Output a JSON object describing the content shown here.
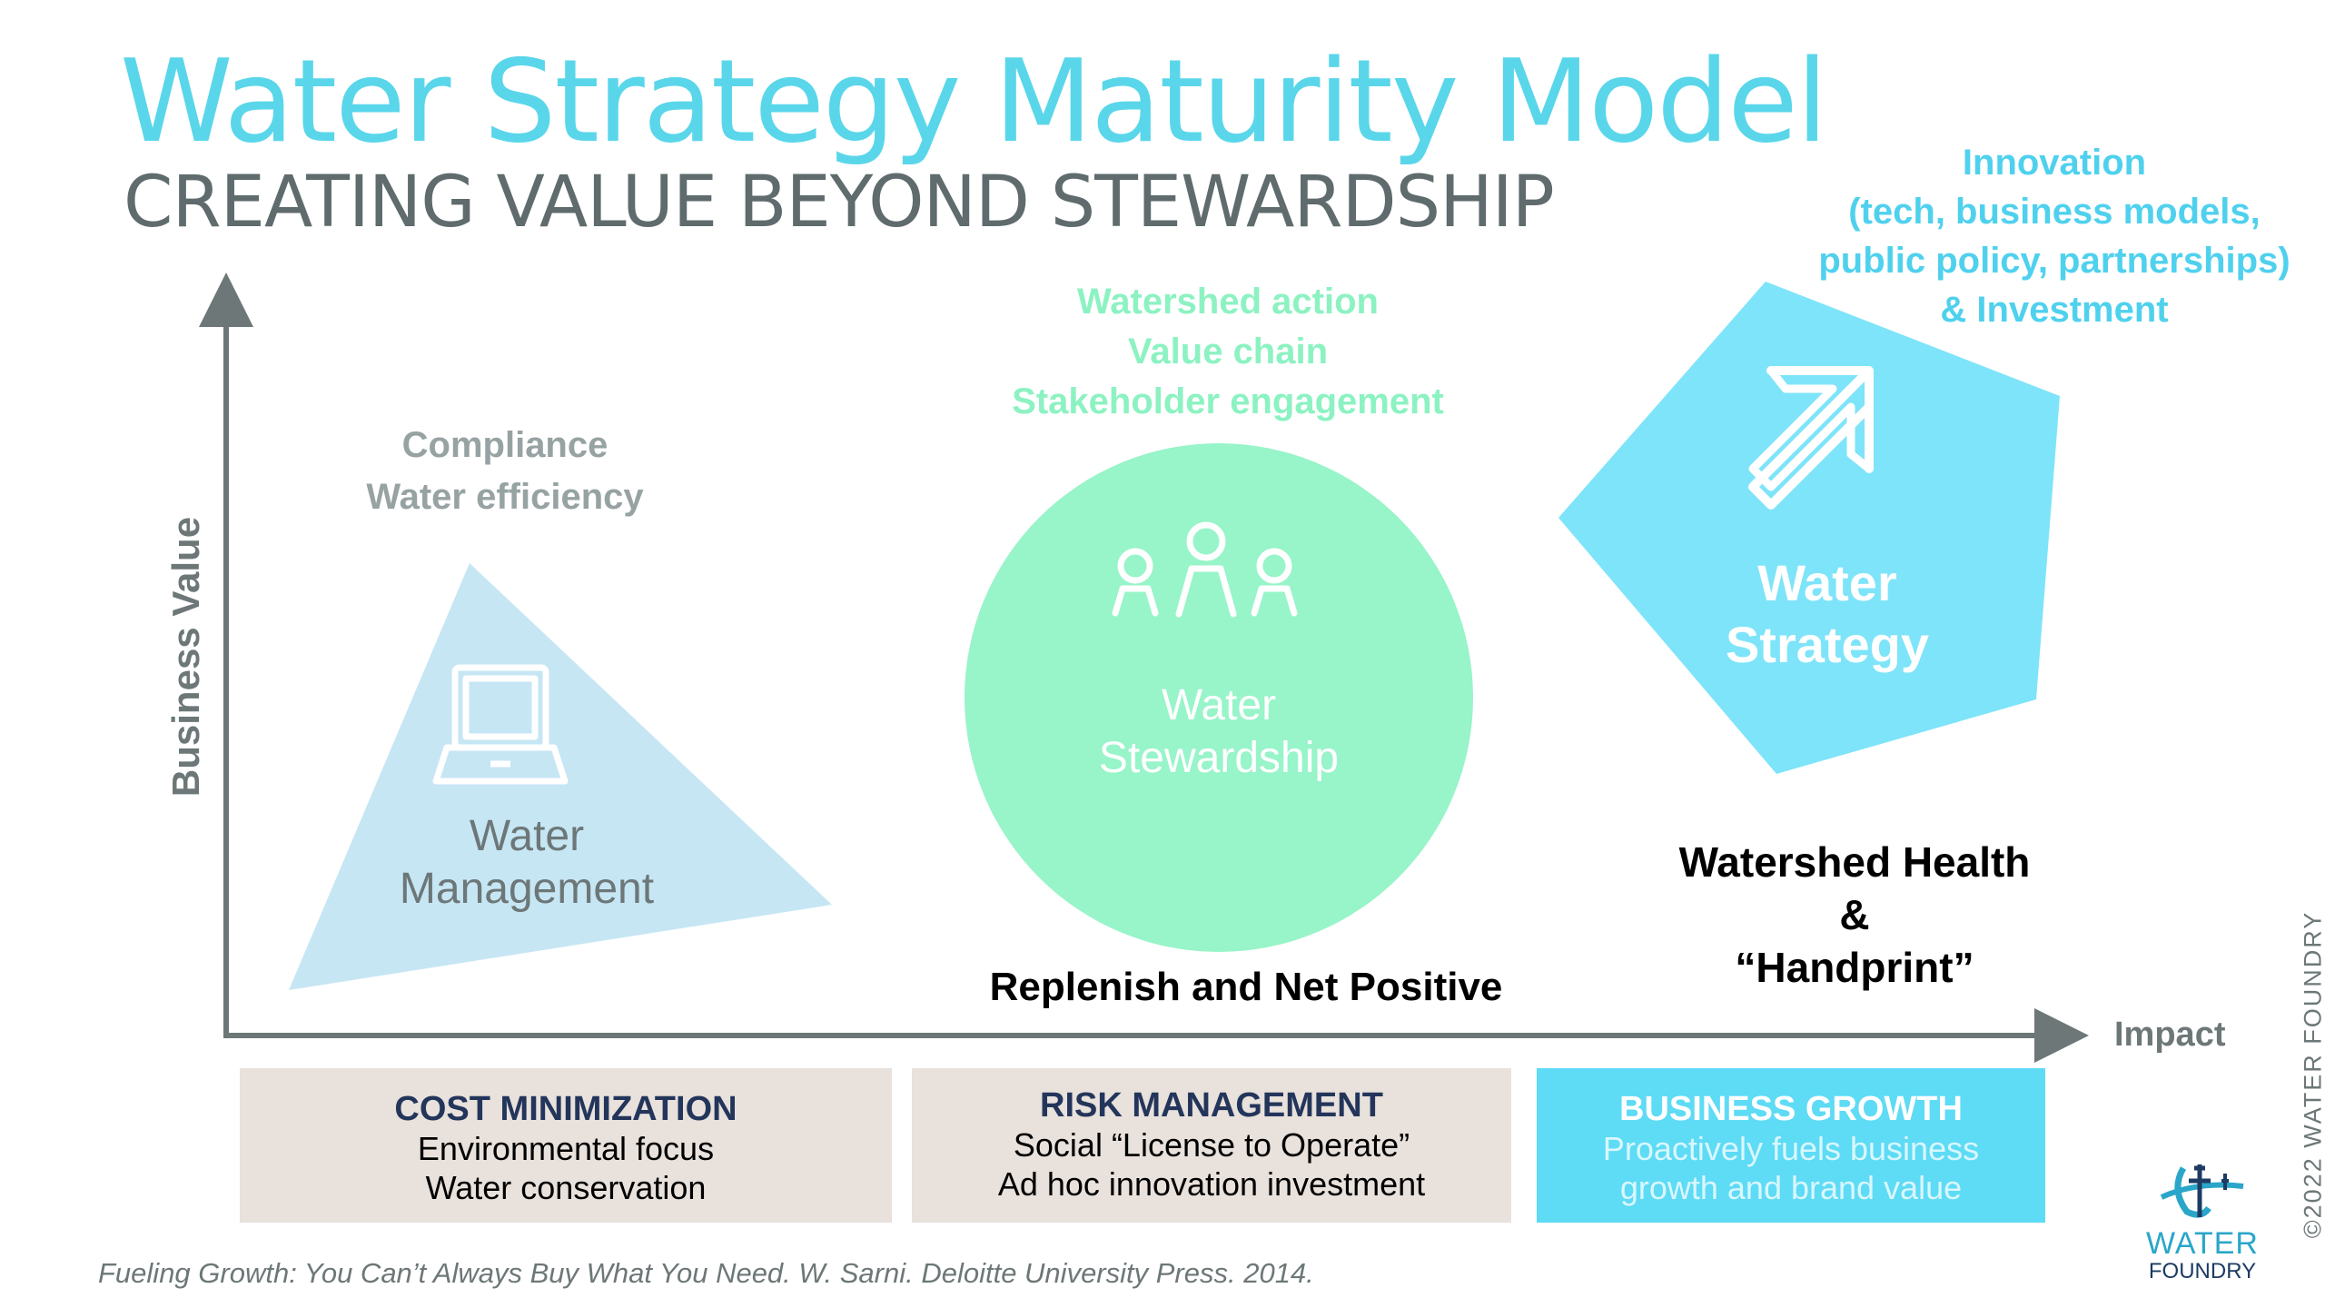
{
  "title": "Water Strategy Maturity Model",
  "subtitle": "CREATING VALUE BEYOND STEWARDSHIP",
  "axes": {
    "y_label": "Business Value",
    "x_label": "Impact"
  },
  "stages": [
    {
      "name": "Water\nManagement",
      "above": [
        "Compliance",
        "Water efficiency"
      ],
      "below": ""
    },
    {
      "name": "Water\nStewardship",
      "above": [
        "Watershed action",
        "Value chain",
        "Stakeholder engagement"
      ],
      "below": "Replenish and Net Positive"
    },
    {
      "name": "Water\nStrategy",
      "above": [
        "Innovation",
        "(tech, business models,",
        "public policy, partnerships)",
        "& Investment"
      ],
      "below": "Watershed Health\n&\n“Handprint”"
    }
  ],
  "boxes": [
    {
      "title": "COST MINIMIZATION",
      "lines": [
        "Environmental focus",
        "Water conservation"
      ]
    },
    {
      "title": "RISK MANAGEMENT",
      "lines": [
        "Social “License to Operate”",
        "Ad hoc innovation investment"
      ]
    },
    {
      "title": "BUSINESS GROWTH",
      "lines": [
        "Proactively fuels business",
        "growth and brand value"
      ]
    }
  ],
  "source": "Fueling Growth: You Can’t Always Buy What You Need. W. Sarni. Deloitte University Press. 2014.",
  "copyright": "©2022 WATER FOUNDRY",
  "logo": {
    "line1": "WATER",
    "line2": "FOUNDRY"
  },
  "icons": [
    "laptop-icon",
    "people-group-icon",
    "arrow-up-right-icon"
  ],
  "colors": {
    "title": "#5ad6ea",
    "triangle": "#c6e6f4",
    "circle": "#98f4c9",
    "pentagon": "#7ee4f9",
    "gray_text": "#97a2a3",
    "green_text": "#8cf2c2",
    "blue_text": "#4fd1ee",
    "box_gray": "#e8e1dc",
    "box_blue": "#5edbf5",
    "navy": "#23355a"
  }
}
